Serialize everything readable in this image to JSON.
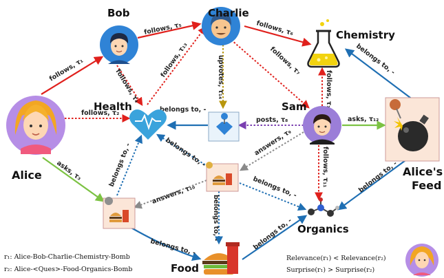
{
  "nodes": {
    "alice": "Alice",
    "bob": "Bob",
    "charlie": "Charlie",
    "chemistry": "Chemistry",
    "health": "Health",
    "sam": "Sam",
    "food": "Food",
    "organics": "Organics",
    "feed_line1": "Alice's",
    "feed_line2": "Feed"
  },
  "edges": {
    "alice_bob": "follows, τ₁",
    "bob_charlie": "follows, τ₅",
    "bob_health": "follows, τ₄",
    "health_charlie": "follows, τ₁₃",
    "charlie_chemistry": "follows, τ₆",
    "charlie_sam": "follows, τ₇",
    "charlie_upvotes": "upvotes, τ₁₄",
    "sam_chemistry": "follows, τ₁₀",
    "alice_health": "follows, τ₂",
    "q1_health": "belongs to, -",
    "sam_posts": "posts, τ₈",
    "sam_asks": "asks, τ₁₂",
    "bomb_chemistry": "belongs to, -",
    "sam_answers": "answers, τ₉",
    "sam_organics": "follows, τ₁₁",
    "q2_health": "belongs to, -",
    "alice_asks": "asks, τ₃",
    "q3_health": "belongs to, -",
    "q2_answers": "answers, τ₁₀",
    "q2_food": "belongs to, -",
    "q2_organics": "belongs to, -",
    "bomb_organics": "belongs to, -",
    "q3_food": "belongs to, -",
    "food_organics": "belongs to, -"
  },
  "footnotes": {
    "r1": "r₁: Alice-Bob-Charlie-Chemistry-Bomb",
    "r2": "r₂: Alice-<Ques>-Food-Organics-Bomb",
    "relevance": "Relevance(r₁) < Relevance(r₂)",
    "surprise": "Surprise(r₁)  > Surprise(r₂)"
  },
  "colors": {
    "follows": "#e0201c",
    "asks": "#7cc243",
    "belongs": "#1f6fb3",
    "upvotes": "#b8960c",
    "posts": "#7a3fb0",
    "answers": "#8a8a8a",
    "bob_bg": "#2f83d6",
    "charlie_bg": "#2f83d6",
    "alice_bg": "#b68ee6",
    "sam_bg": "#9b7ed8"
  }
}
